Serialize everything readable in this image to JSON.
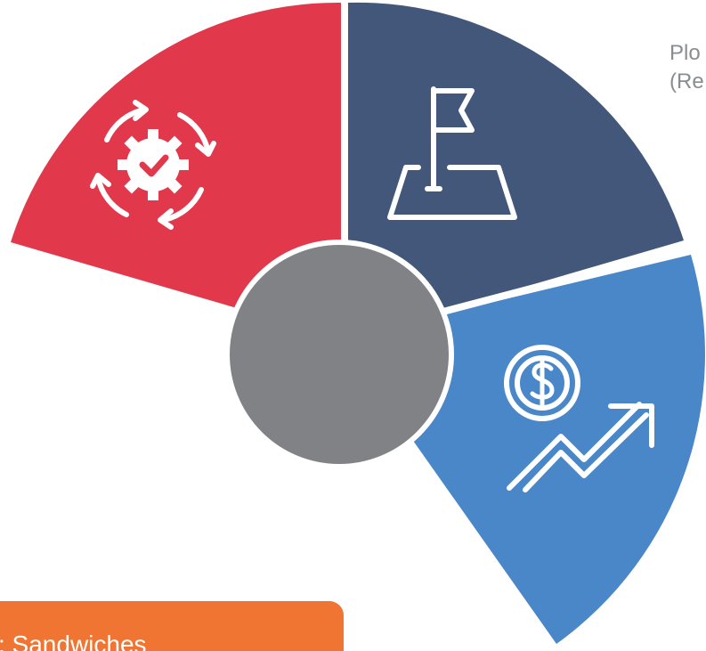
{
  "side_text": [
    "Plo",
    "(Re"
  ],
  "banner": {
    "label": ": Sandwiches"
  },
  "segments": [
    {
      "name": "red",
      "color": "#e1394b",
      "icon": "gear-cycle-icon"
    },
    {
      "name": "navy",
      "color": "#425779",
      "icon": "flag-icon"
    },
    {
      "name": "blue",
      "color": "#4987c8",
      "icon": "money-growth-icon"
    }
  ],
  "center": {
    "color": "#808285"
  },
  "banner_color": "#f07532"
}
